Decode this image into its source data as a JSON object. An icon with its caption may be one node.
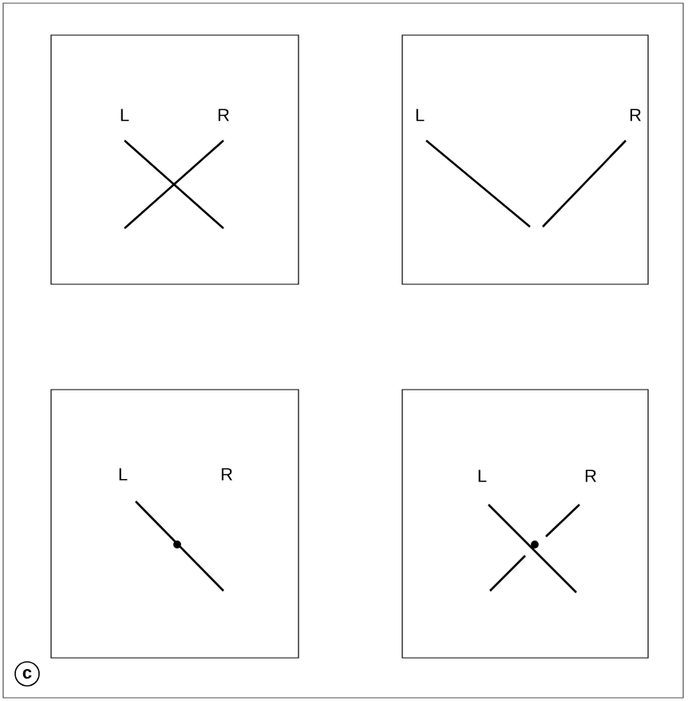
{
  "diagram": {
    "nodes": [
      {
        "text": [
          "L",
          "R"
        ]
      },
      {
        "text": [
          "L",
          "R"
        ]
      },
      {
        "text": [
          "L",
          "R"
        ]
      },
      {
        "text": [
          "L",
          "R"
        ]
      }
    ],
    "labels": [
      "c"
    ]
  }
}
